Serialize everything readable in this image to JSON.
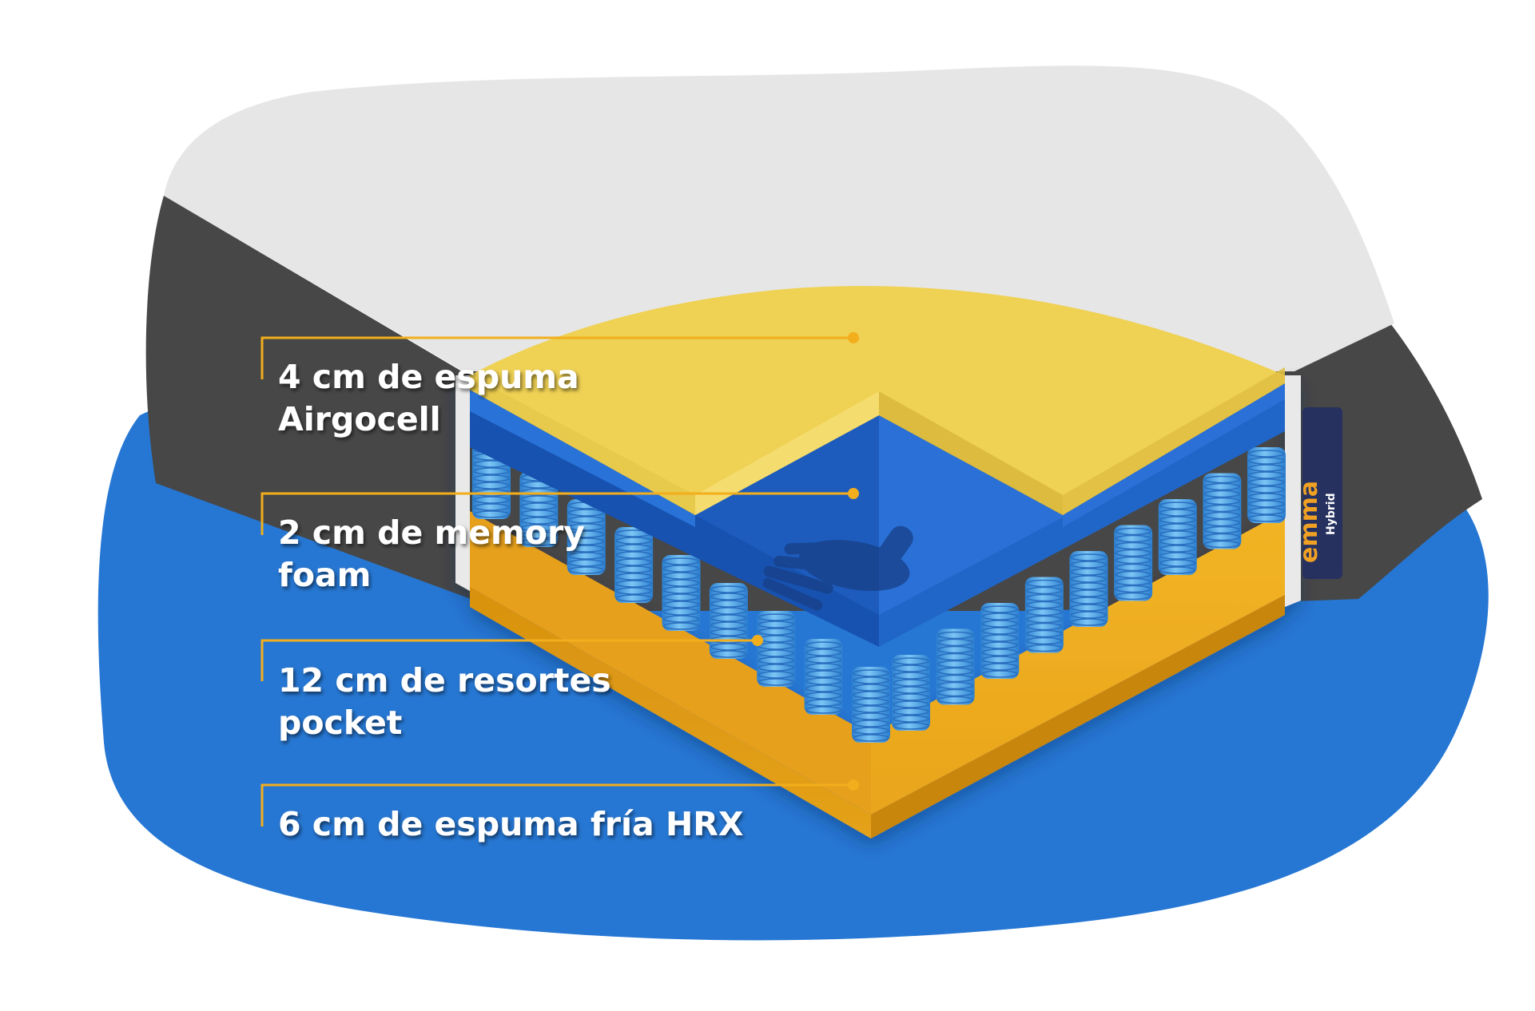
{
  "layers": [
    {
      "id": "airgocell",
      "lines": [
        "4 cm de espuma",
        "Airgocell"
      ]
    },
    {
      "id": "memory-foam",
      "lines": [
        "2 cm de memory",
        "foam"
      ]
    },
    {
      "id": "pocket-springs",
      "lines": [
        "12 cm de resortes",
        "pocket"
      ]
    },
    {
      "id": "cold-foam",
      "lines": [
        "6 cm de espuma fría HRX"
      ]
    }
  ],
  "brand": {
    "logo": "emma",
    "product": "Hybrid"
  },
  "colors": {
    "background_blob": "#2677d3",
    "mattress_cover": "#e6e6e6",
    "mattress_side": "#474747",
    "top_layer": "#efd154",
    "memory_layer": "#1f61c4",
    "springs": "#4aa7ea",
    "base_layer": "#e8a317",
    "callout_line": "#f2ae1c",
    "label_text": "#ffffff",
    "brand_tag": "#26315f",
    "brand_accent": "#f0a123"
  },
  "icons": {
    "hand": "hand-print-icon"
  }
}
